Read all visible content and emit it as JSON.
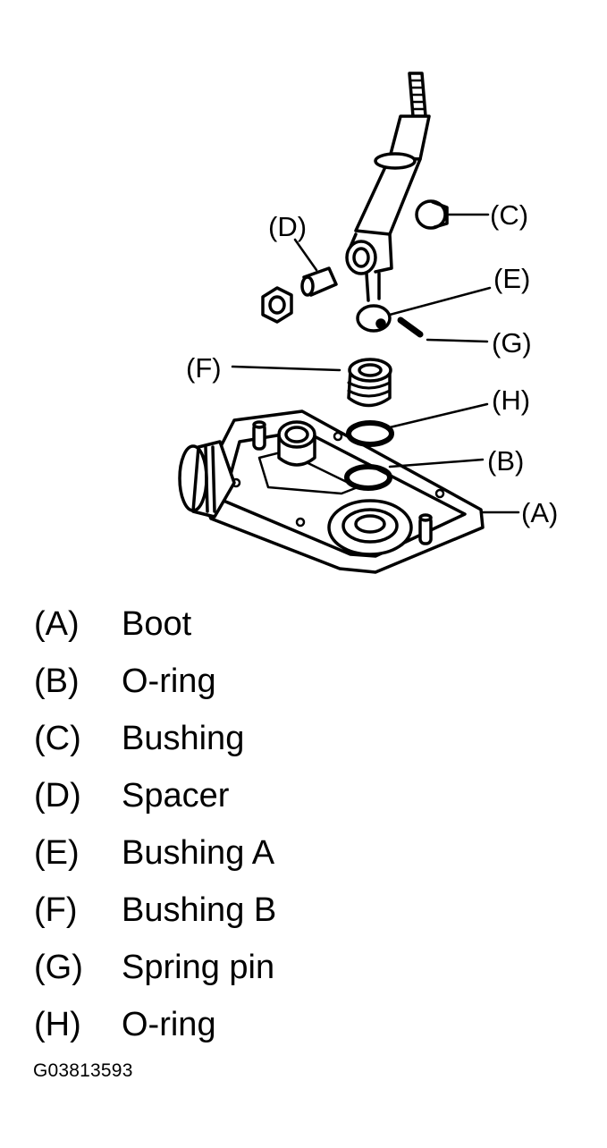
{
  "callouts": {
    "a": "(A)",
    "b": "(B)",
    "c": "(C)",
    "d": "(D)",
    "e": "(E)",
    "f": "(F)",
    "g": "(G)",
    "h": "(H)"
  },
  "legend": [
    {
      "key": "(A)",
      "name": "Boot"
    },
    {
      "key": "(B)",
      "name": "O-ring"
    },
    {
      "key": "(C)",
      "name": "Bushing"
    },
    {
      "key": "(D)",
      "name": "Spacer"
    },
    {
      "key": "(E)",
      "name": "Bushing A"
    },
    {
      "key": "(F)",
      "name": "Bushing B"
    },
    {
      "key": "(G)",
      "name": "Spring pin"
    },
    {
      "key": "(H)",
      "name": "O-ring"
    }
  ],
  "figure_code": "G03813593"
}
